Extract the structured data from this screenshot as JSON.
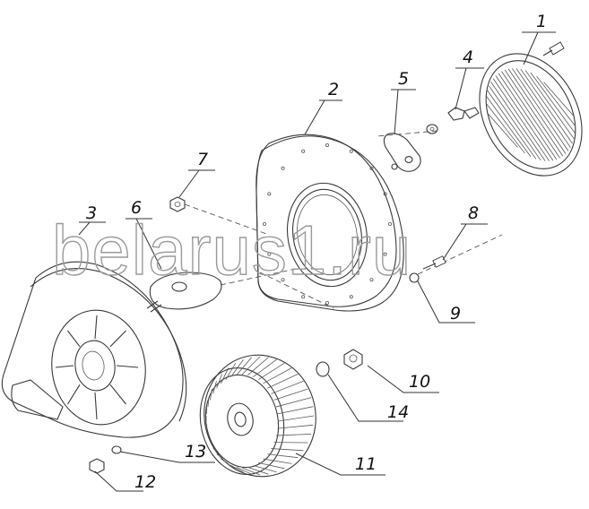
{
  "watermark": "belarus1.ru",
  "callouts": [
    {
      "id": "1",
      "label": "1"
    },
    {
      "id": "2",
      "label": "2"
    },
    {
      "id": "3",
      "label": "3"
    },
    {
      "id": "4",
      "label": "4"
    },
    {
      "id": "5",
      "label": "5"
    },
    {
      "id": "6",
      "label": "6"
    },
    {
      "id": "7",
      "label": "7"
    },
    {
      "id": "8",
      "label": "8"
    },
    {
      "id": "9",
      "label": "9"
    },
    {
      "id": "10",
      "label": "10"
    },
    {
      "id": "11",
      "label": "11"
    },
    {
      "id": "12",
      "label": "12"
    },
    {
      "id": "13",
      "label": "13"
    },
    {
      "id": "14",
      "label": "14"
    }
  ]
}
